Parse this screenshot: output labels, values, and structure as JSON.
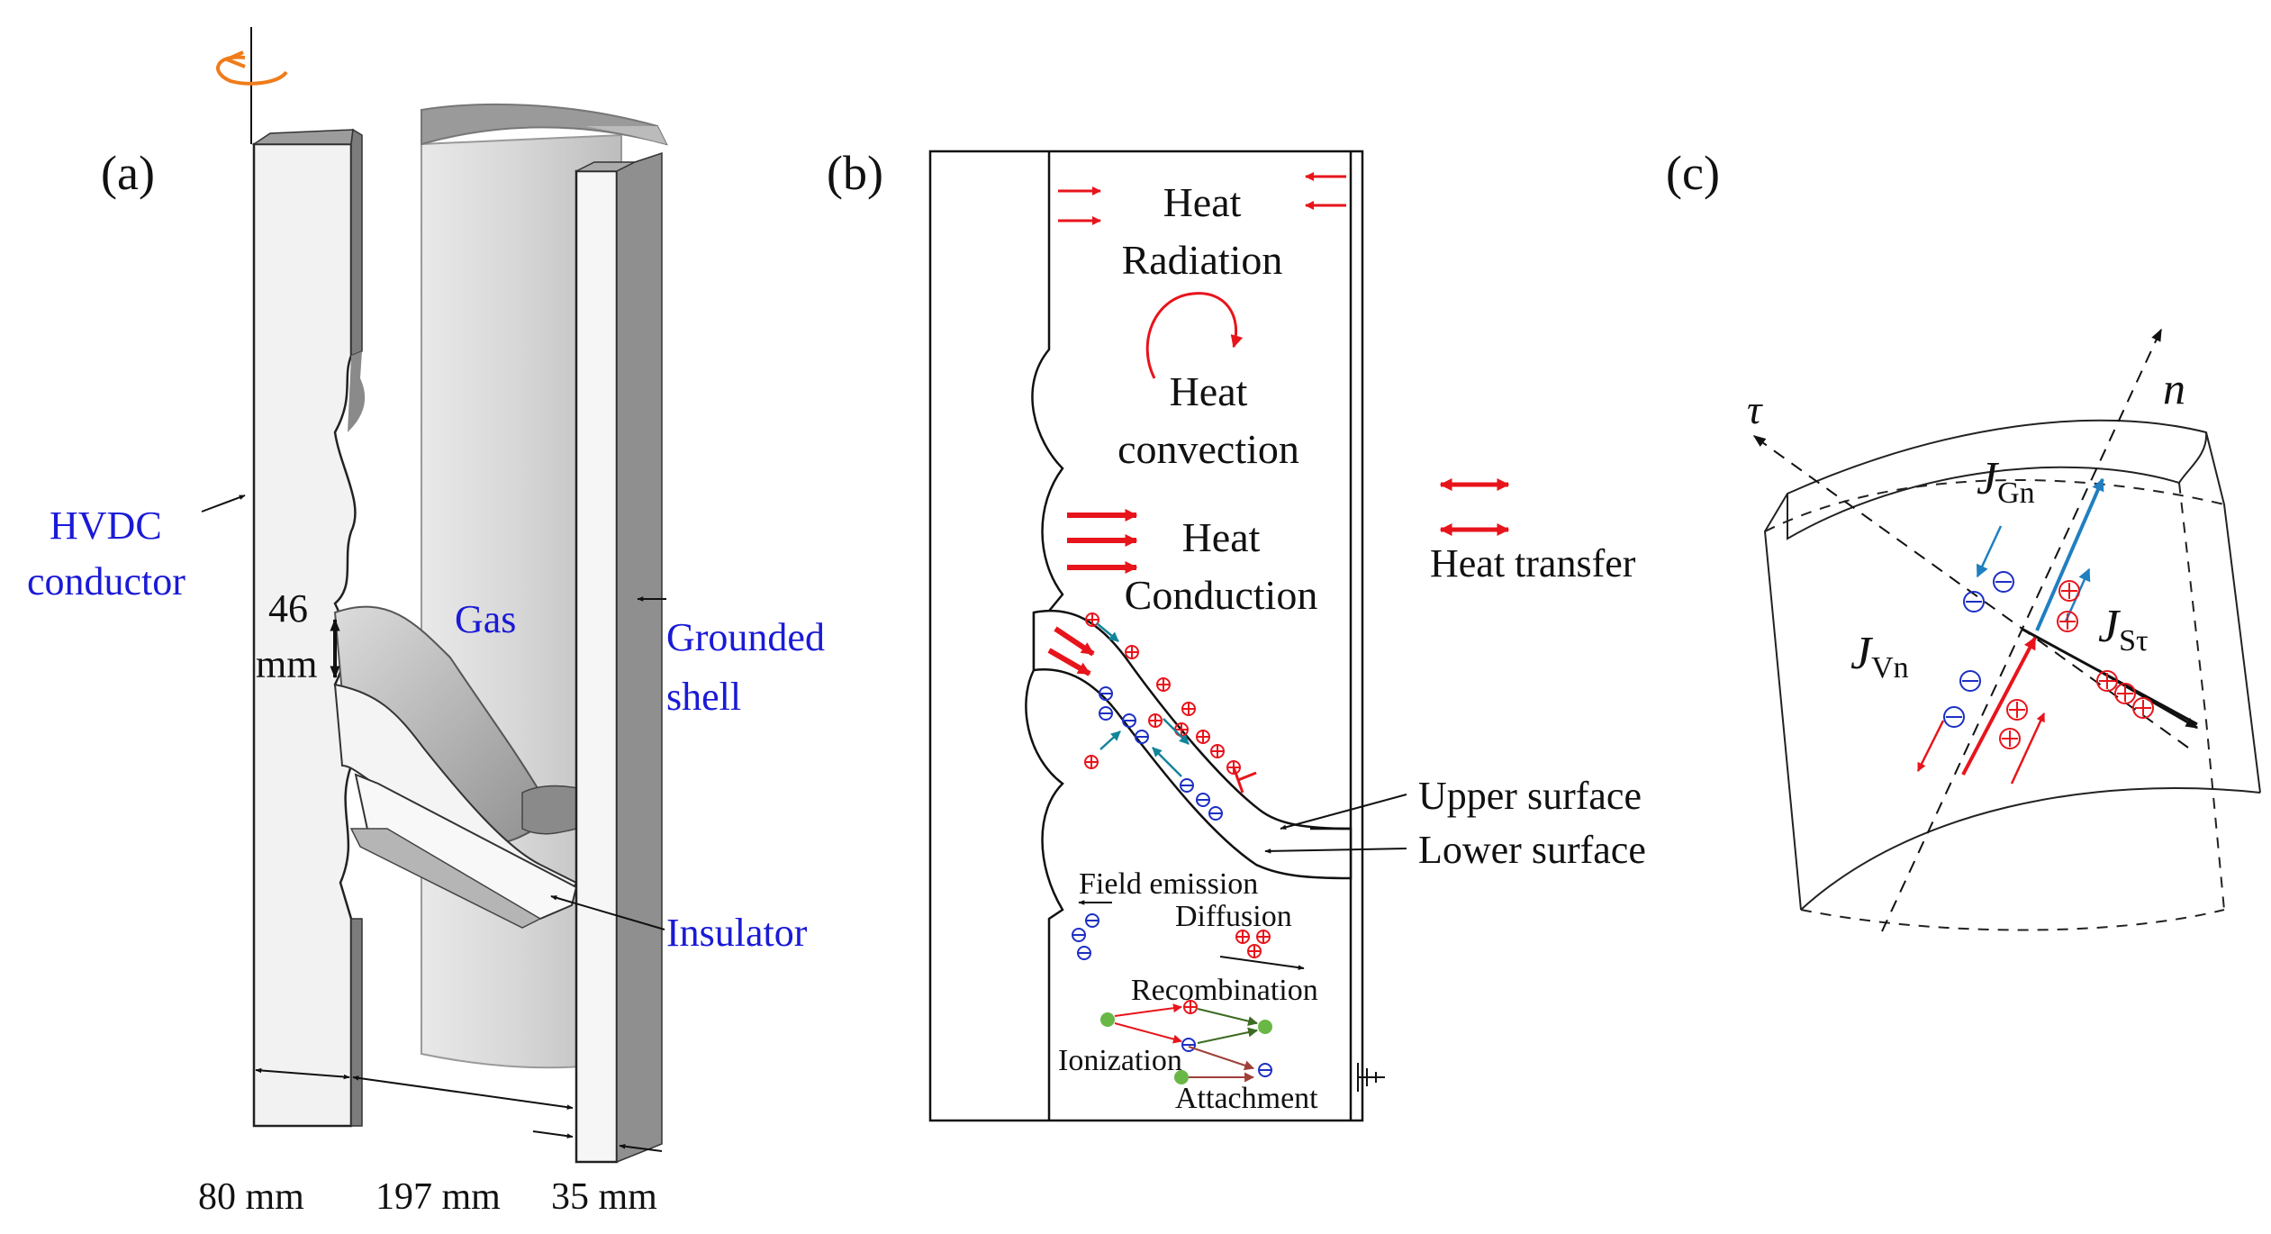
{
  "colors": {
    "label_blue": "#1a1ad6",
    "red": "#e8141b",
    "blue_charge": "#1c2fc4",
    "teal": "#13859a",
    "steel_blue": "#1f7fc0",
    "green": "#69b746",
    "dark_green": "#3d6b22",
    "brown": "#a0403a",
    "orange": "#ef7c1a"
  },
  "panel_a": {
    "label": "(a)",
    "hvdc_conductor": [
      "HVDC",
      "conductor"
    ],
    "grounded_shell": [
      "Grounded",
      "shell"
    ],
    "gas": "Gas",
    "insulator": "Insulator",
    "gap_dim": [
      "46",
      "mm"
    ],
    "dim_80": "80 mm",
    "dim_197": "197 mm",
    "dim_35": "35 mm",
    "rotation_icon": "rotation-axis-icon"
  },
  "panel_b": {
    "label": "(b)",
    "heat_radiation": [
      "Heat",
      "Radiation"
    ],
    "heat_convection": [
      "Heat",
      "convection"
    ],
    "heat_conduction": [
      "Heat",
      "Conduction"
    ],
    "heat_transfer": "Heat transfer",
    "upper_surface": "Upper surface",
    "lower_surface": "Lower surface",
    "field_emission": "Field emission",
    "diffusion": "Diffusion",
    "recombination": "Recombination",
    "ionization": "Ionization",
    "attachment": "Attachment",
    "ground_icon": "ground-symbol-icon"
  },
  "panel_c": {
    "label": "(c)",
    "tau": "τ",
    "n": "n",
    "jgn": {
      "base": "J",
      "sub": "Gn"
    },
    "jvn": {
      "base": "J",
      "sub": "Vn"
    },
    "jst": {
      "base": "J",
      "sub": "Sτ"
    }
  }
}
